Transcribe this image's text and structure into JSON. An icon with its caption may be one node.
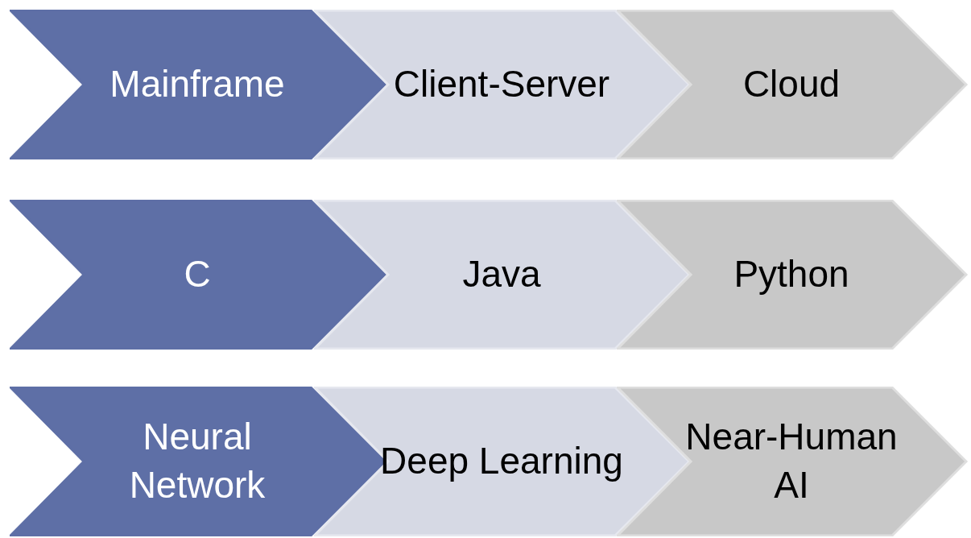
{
  "diagram": {
    "nodes": [
      {
        "text": [
          "Mainframe"
        ]
      },
      {
        "text": [
          "Client-Server"
        ]
      },
      {
        "text": [
          "Cloud"
        ]
      },
      {
        "text": [
          "C"
        ]
      },
      {
        "text": [
          "Java"
        ]
      },
      {
        "text": [
          "Python"
        ]
      },
      {
        "text": [
          "Neural Network"
        ]
      },
      {
        "text": [
          "Deep Learning"
        ]
      },
      {
        "text": [
          "Near-Human AI"
        ]
      }
    ]
  }
}
